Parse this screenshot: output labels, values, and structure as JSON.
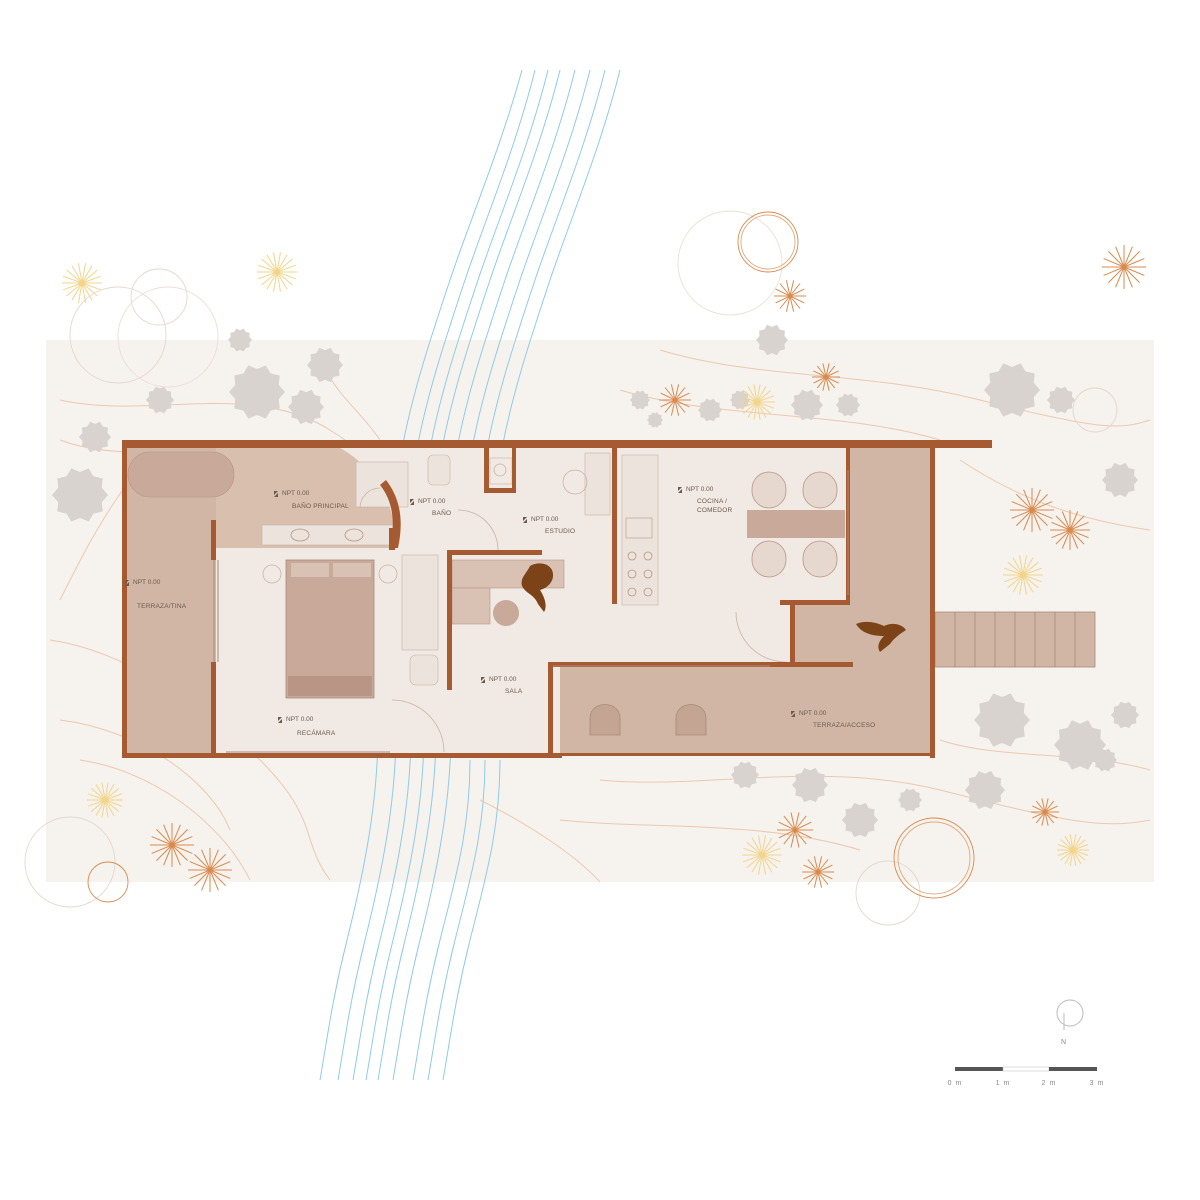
{
  "colors": {
    "site": "#f6f2ee",
    "floor": "#f1e9e3",
    "terrace": "#d2b6a5",
    "wall": "#a65a31",
    "furniture": "#d9c2b4",
    "furniture_dark": "#c4a594",
    "fixture": "#ece3dc",
    "river": "#8fcbe8",
    "contour": "#e8c3a6",
    "tree_grey": "#d8d3cf",
    "tree_orange": "#d98a4e",
    "tree_yellow": "#f3d48a",
    "figure": "#7d4318"
  },
  "rooms": [
    {
      "id": "bano-principal",
      "npt": "NPT 0.00",
      "name": "BAÑO PRINCIPAL"
    },
    {
      "id": "bano",
      "npt": "NPT 0.00",
      "name": "BAÑO"
    },
    {
      "id": "estudio",
      "npt": "NPT 0.00",
      "name": "ESTUDIO"
    },
    {
      "id": "cocina",
      "npt": "NPT 0.00",
      "name": "COCINA /",
      "name2": "COMEDOR"
    },
    {
      "id": "terraza-tina",
      "npt": "NPT 0.00",
      "name": "TERRAZA/TINA"
    },
    {
      "id": "sala",
      "npt": "NPT 0.00",
      "name": "SALA"
    },
    {
      "id": "recamara",
      "npt": "NPT 0.00",
      "name": "RECÁMARA"
    },
    {
      "id": "terraza-acceso",
      "npt": "NPT 0.00",
      "name": "TERRAZA/ACCESO"
    }
  ],
  "north": {
    "label": "N"
  },
  "scale_bar": {
    "ticks": [
      "0 m",
      "1 m",
      "2 m",
      "3 m"
    ]
  }
}
